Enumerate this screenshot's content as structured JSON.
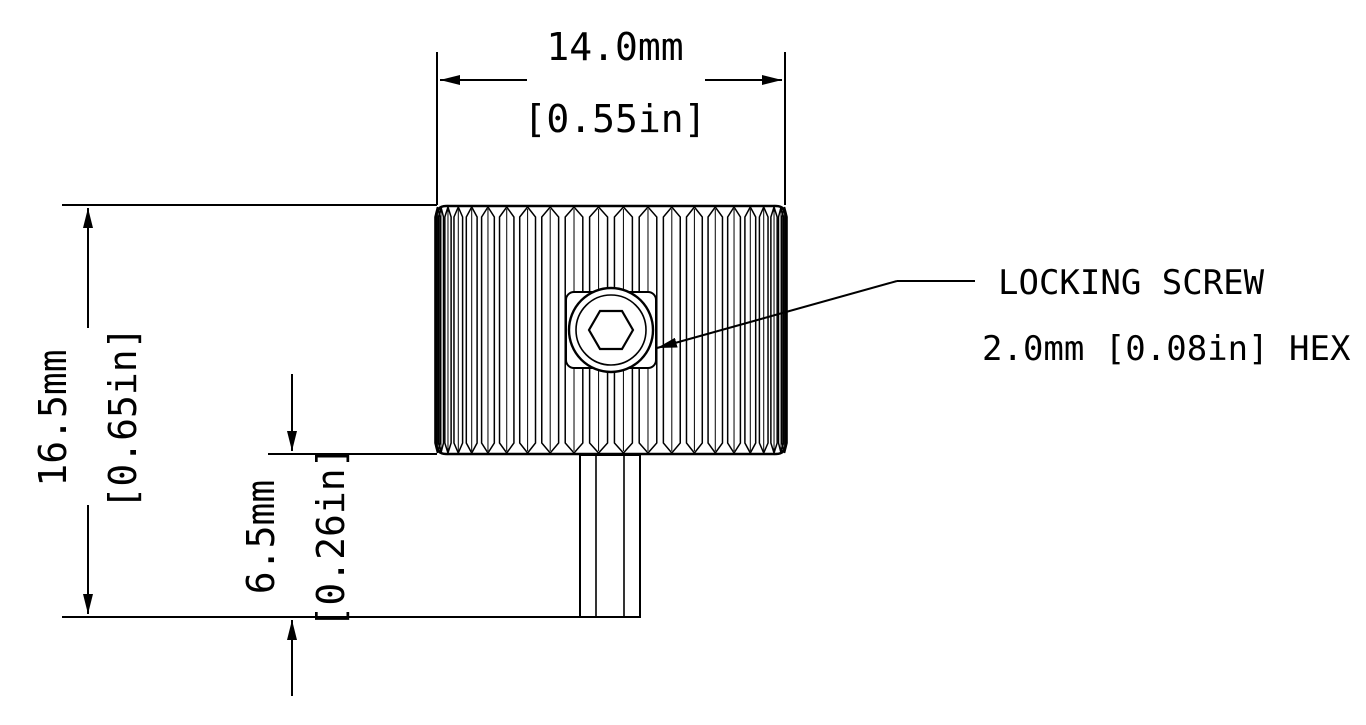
{
  "drawing": {
    "width_dim": {
      "mm": "14.0mm",
      "inch": "[0.55in]"
    },
    "height_dim": {
      "mm": "16.5mm",
      "inch": "[0.65in]"
    },
    "shaft_dim": {
      "mm": "6.5mm",
      "inch": "[0.26in]"
    },
    "callout": {
      "line1": "LOCKING SCREW",
      "line2": "2.0mm [0.08in] HEX"
    }
  }
}
